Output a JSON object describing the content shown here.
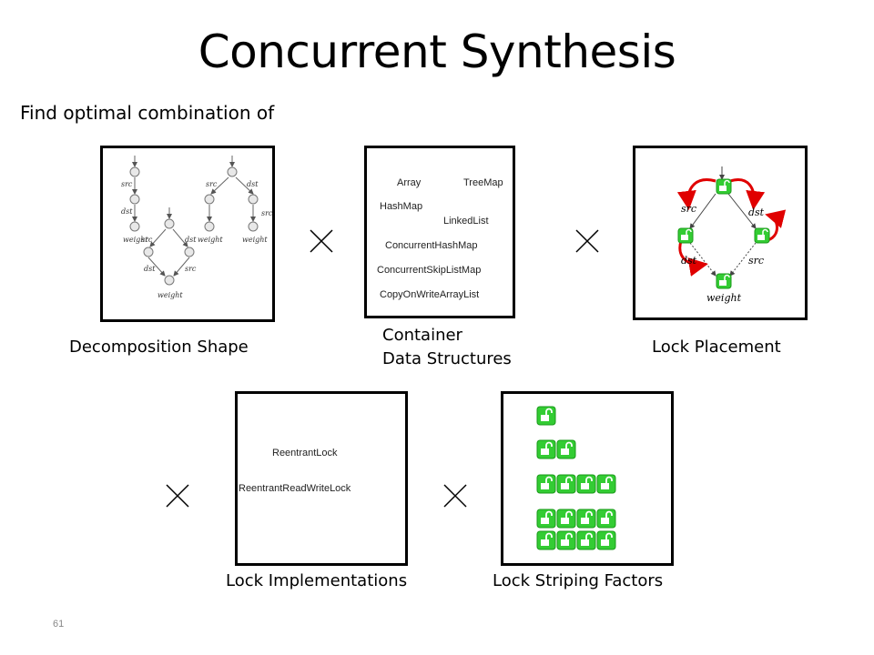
{
  "slide": {
    "title": "Concurrent Synthesis",
    "subtitle": "Find optimal combination of",
    "page_number": "61"
  },
  "decomposition": {
    "caption": "Decomposition Shape",
    "edge_labels": {
      "src": "src",
      "dst": "dst",
      "weight": "weight"
    }
  },
  "containers": {
    "caption_line1": "Container",
    "caption_line2": "Data Structures",
    "items": [
      "Array",
      "TreeMap",
      "HashMap",
      "LinkedList",
      "ConcurrentHashMap",
      "ConcurrentSkipListMap",
      "CopyOnWriteArrayList"
    ]
  },
  "lock_placement": {
    "caption": "Lock Placement",
    "labels": {
      "src": "src",
      "dst": "dst",
      "weight": "weight"
    }
  },
  "lock_impl": {
    "caption": "Lock Implementations",
    "items": [
      "ReentrantLock",
      "ReentrantReadWriteLock"
    ]
  },
  "lock_striping": {
    "caption": "Lock Striping Factors"
  },
  "colors": {
    "lock_green": "#33cc33",
    "arrow_red": "#e00000",
    "node_fill": "#e8e8e8"
  },
  "icons": [
    "times-icon",
    "lock-icon"
  ]
}
